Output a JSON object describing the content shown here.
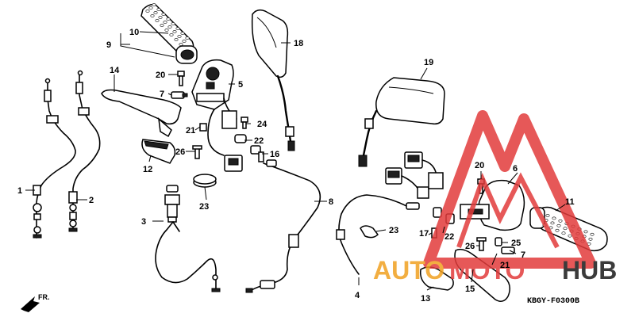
{
  "callouts": {
    "c1": "1",
    "c2": "2",
    "c3": "3",
    "c4": "4",
    "c5": "5",
    "c6": "6",
    "c7a": "7",
    "c7b": "7",
    "c8": "8",
    "c9": "9",
    "c10": "10",
    "c11": "11",
    "c12": "12",
    "c13": "13",
    "c14": "14",
    "c15": "15",
    "c16": "16",
    "c17": "17",
    "c18": "18",
    "c19": "19",
    "c20a": "20",
    "c20b": "20",
    "c21a": "21",
    "c21b": "21",
    "c22a": "22",
    "c22b": "22",
    "c23a": "23",
    "c23b": "23",
    "c24": "24",
    "c25": "25",
    "c26a": "26",
    "c26b": "26"
  },
  "diagram_code": "KBGY-F0300B",
  "direction_label": "FR.",
  "watermark": {
    "auto": "AUTO",
    "moto": "MOTO",
    "hub": "HUB",
    "color_red": "#e23b3b",
    "color_orange": "#f0a020",
    "color_dark": "#1a1a1a"
  }
}
